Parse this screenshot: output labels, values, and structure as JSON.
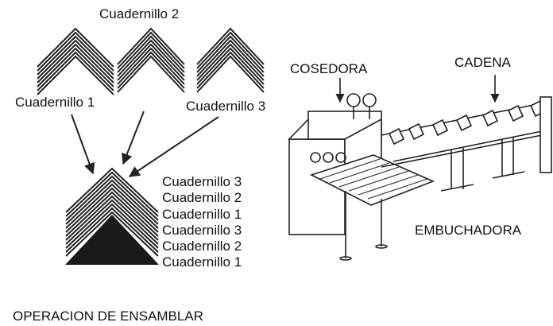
{
  "labels": {
    "top": "Cuadernillo 2",
    "left": "Cuadernillo 1",
    "right": "Cuadernillo 3",
    "cosedora": "COSEDORA",
    "cadena": "CADENA",
    "embuchadora": "EMBUCHADORA",
    "caption": "OPERACION DE ENSAMBLAR"
  },
  "stack_order": [
    "Cuadernillo 3",
    "Cuadernillo 2",
    "Cuadernillo 1",
    "Cuadernillo 3",
    "Cuadernillo 2",
    "Cuadernillo 1"
  ]
}
